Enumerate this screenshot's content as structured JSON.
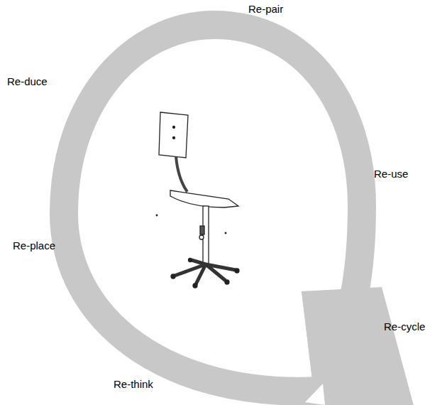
{
  "diagram": {
    "labels": [
      "Re-pair",
      "Re-duce",
      "Re-use",
      "Re-place",
      "Re-cycle",
      "Re-think"
    ]
  }
}
